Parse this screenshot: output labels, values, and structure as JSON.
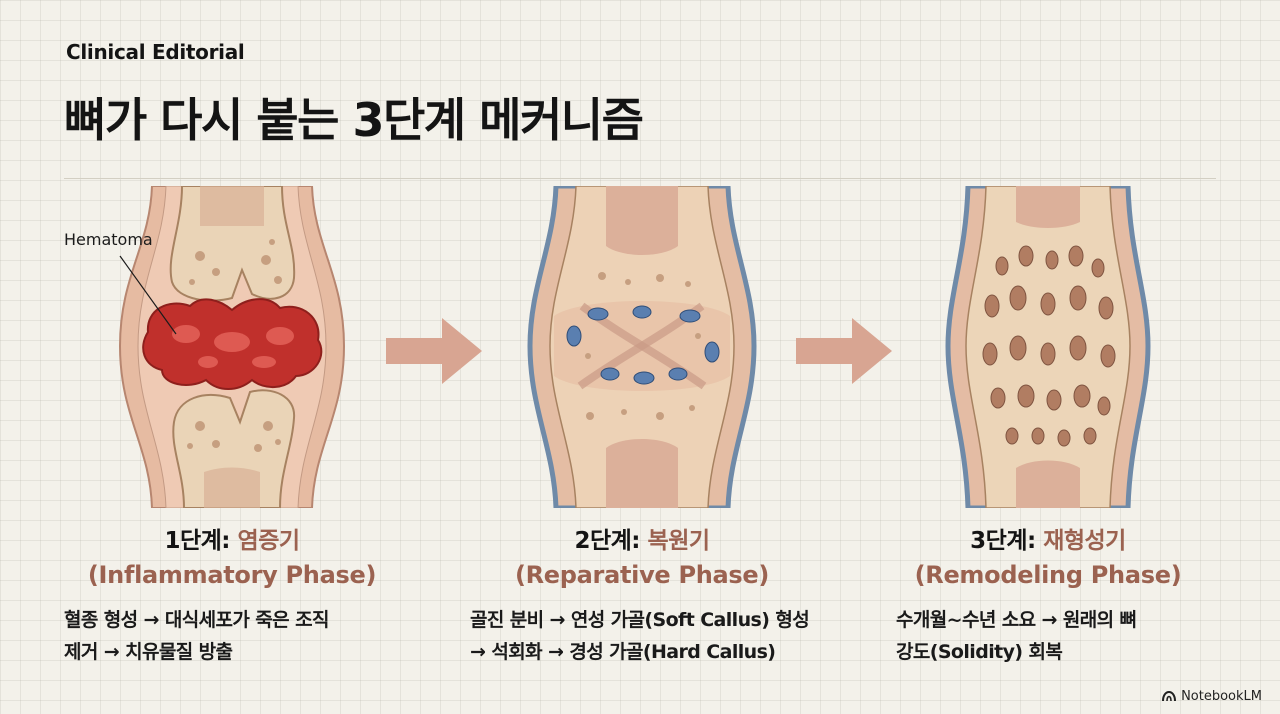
{
  "header": {
    "eyebrow": "Clinical Editorial",
    "title": "뼈가 다시 붙는 3단계 메커니즘"
  },
  "annotation": {
    "hematoma_label": "Hematoma"
  },
  "stages": [
    {
      "step": "1단계:",
      "name_ko": "염증기",
      "name_en": "(Inflammatory Phase)",
      "desc_line1": "혈종 형성 → 대식세포가 죽은 조직",
      "desc_line2": "제거 → 치유물질 방출"
    },
    {
      "step": "2단계:",
      "name_ko": "복원기",
      "name_en": "(Reparative Phase)",
      "desc_line1": "골진 분비 → 연성 가골(Soft Callus) 형성",
      "desc_line2": "→ 석회화 → 경성 가골(Hard Callus)"
    },
    {
      "step": "3단계:",
      "name_ko": "재형성기",
      "name_en": "(Remodeling Phase)",
      "desc_line1": "수개월~수년 소요 → 원래의 뼈",
      "desc_line2": "강도(Solidity) 회복"
    }
  ],
  "brand": {
    "name": "NotebookLM",
    "icon": "notebooklm-logo-icon"
  },
  "colors": {
    "accent": "#9b6250",
    "arrow": "#d8a592",
    "blood": "#c0302c",
    "bone_light": "#ecd7bb",
    "bone_tissue": "#e3b9a0",
    "callus_blue": "#5a7fb0",
    "periosteum": "#6f8aa8"
  },
  "icons": {
    "stage1_illustration": "bone-fracture-hematoma-illustration",
    "stage2_illustration": "bone-callus-formation-illustration",
    "stage3_illustration": "bone-remodeling-illustration",
    "arrow": "arrow-right-icon"
  }
}
